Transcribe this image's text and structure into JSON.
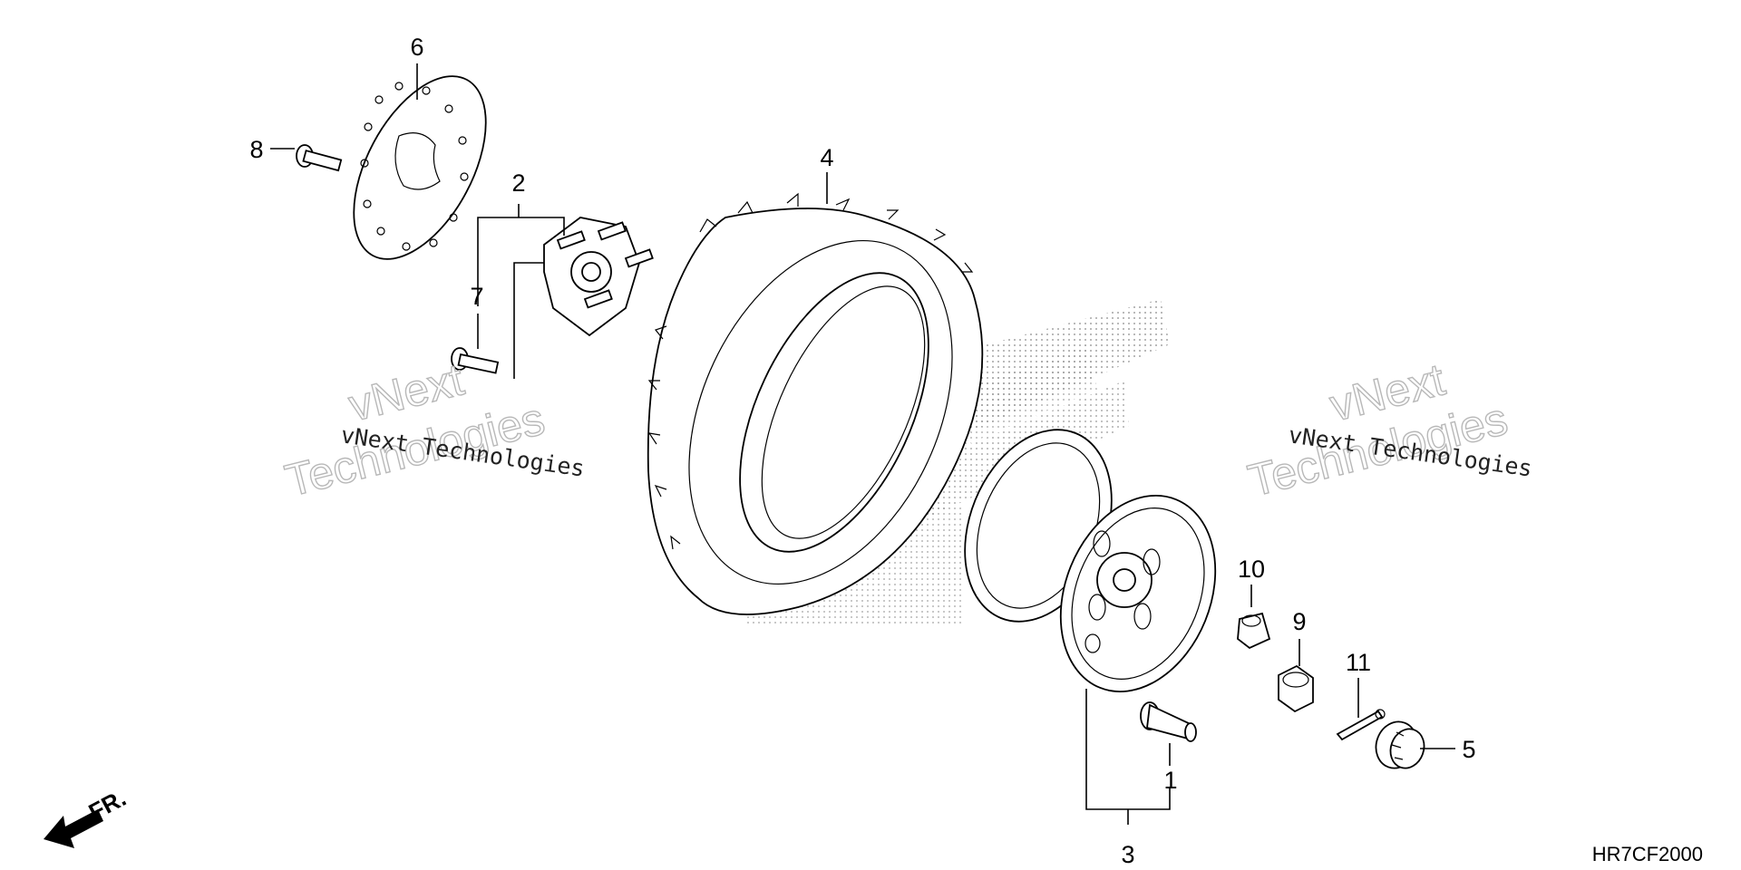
{
  "diagram_code": "HR7CF2000",
  "front_marker": "FR.",
  "watermarks": {
    "small_text": "vNext Technologies",
    "big_line1": "vNext",
    "big_line2": "Technologies"
  },
  "callouts": [
    {
      "id": "1",
      "part": "valve"
    },
    {
      "id": "2",
      "part": "hub"
    },
    {
      "id": "3",
      "part": "wheel assembly"
    },
    {
      "id": "4",
      "part": "tire"
    },
    {
      "id": "5",
      "part": "castle nut"
    },
    {
      "id": "6",
      "part": "brake disc"
    },
    {
      "id": "7",
      "part": "hub bolt"
    },
    {
      "id": "8",
      "part": "disc bolt"
    },
    {
      "id": "9",
      "part": "nut"
    },
    {
      "id": "10",
      "part": "wheel nut"
    },
    {
      "id": "11",
      "part": "cotter pin"
    }
  ]
}
